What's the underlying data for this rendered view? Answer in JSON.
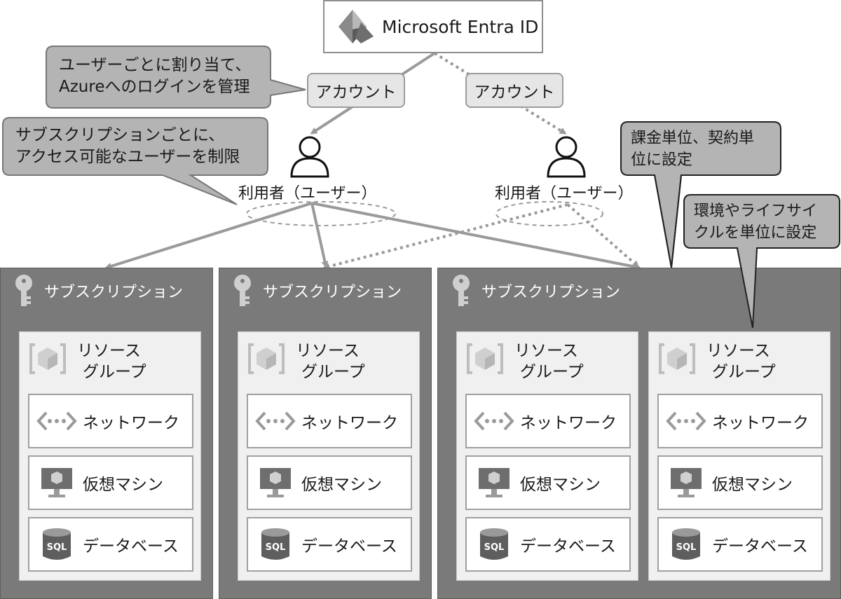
{
  "top": {
    "title": "Microsoft Entra ID",
    "accounts": [
      "アカウント",
      "アカウント"
    ]
  },
  "users": [
    "利用者（ユーザー）",
    "利用者（ユーザー）"
  ],
  "callouts": {
    "assign": [
      "ユーザーごとに割り当て、",
      "Azureへのログインを管理"
    ],
    "restrict": [
      "サブスクリプションごとに、",
      "アクセス可能なユーザーを制限"
    ],
    "billing": [
      "課金単位、契約単",
      "位に設定"
    ],
    "env": [
      "環境やライフサイ",
      "クルを単位に設定"
    ]
  },
  "subscriptions": [
    {
      "title": "サブスクリプション",
      "resource_groups": [
        {
          "title": [
            "リソース",
            "グループ"
          ],
          "resources": [
            "ネットワーク",
            "仮想マシン",
            "データベース"
          ]
        }
      ]
    },
    {
      "title": "サブスクリプション",
      "resource_groups": [
        {
          "title": [
            "リソース",
            "グループ"
          ],
          "resources": [
            "ネットワーク",
            "仮想マシン",
            "データベース"
          ]
        }
      ]
    },
    {
      "title": "サブスクリプション",
      "resource_groups": [
        {
          "title": [
            "リソース",
            "グループ"
          ],
          "resources": [
            "ネットワーク",
            "仮想マシン",
            "データベース"
          ]
        },
        {
          "title": [
            "リソース",
            "グループ"
          ],
          "resources": [
            "ネットワーク",
            "仮想マシン",
            "データベース"
          ]
        }
      ]
    }
  ],
  "icon_labels": {
    "sql": "SQL"
  },
  "colors": {
    "subscription_bg": "#7a7a7a",
    "resource_group_bg": "#f0f0f0",
    "callout_bg": "#b4b4b4",
    "account_bg": "#e6e6e6",
    "connector": "#9a9a9a"
  }
}
